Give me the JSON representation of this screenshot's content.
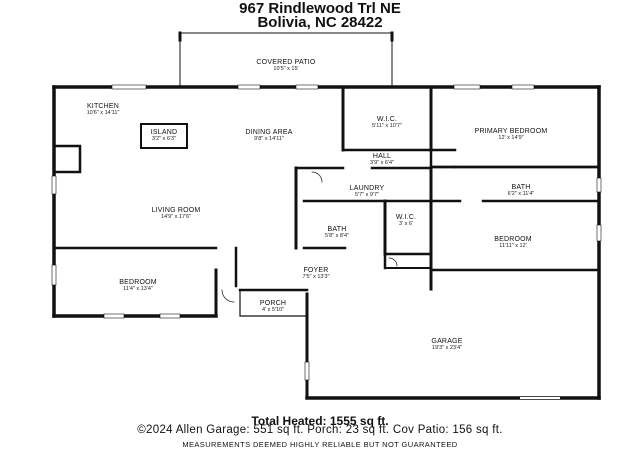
{
  "header": {
    "address_line1": "967 Rindlewood Trl NE",
    "address_line2": "Bolivia, NC 28422"
  },
  "rooms": {
    "covered_patio": {
      "name": "COVERED PATIO",
      "dims": "10'5\" x 15'"
    },
    "kitchen": {
      "name": "KITCHEN",
      "dims": "10'6\" x 14'11\""
    },
    "island": {
      "name": "ISLAND",
      "dims": "3'2\" x 6'3\""
    },
    "dining_area": {
      "name": "DINING AREA",
      "dims": "9'8\" x 14'11\""
    },
    "wic_primary": {
      "name": "W.I.C.",
      "dims": "5'11\" x 10'7\""
    },
    "primary_bedroom": {
      "name": "PRIMARY BEDROOM",
      "dims": "12' x 14'9\""
    },
    "hall": {
      "name": "HALL",
      "dims": "3'9\" x 6'4\""
    },
    "laundry": {
      "name": "LAUNDRY",
      "dims": "5'7\" x 9'7\""
    },
    "bath_primary": {
      "name": "BATH",
      "dims": "6'2\" x 11'4\""
    },
    "living_room": {
      "name": "LIVING ROOM",
      "dims": "14'9\" x 17'6\""
    },
    "bath_2": {
      "name": "BATH",
      "dims": "5'8\" x 8'4\""
    },
    "wic_2": {
      "name": "W.I.C.",
      "dims": "3' x 6'"
    },
    "bedroom_2": {
      "name": "BEDROOM",
      "dims": "11'11\" x 12'"
    },
    "foyer": {
      "name": "FOYER",
      "dims": "7'5\" x 13'3\""
    },
    "bedroom_3": {
      "name": "BEDROOM",
      "dims": "11'4\" x 13'4\""
    },
    "porch": {
      "name": "PORCH",
      "dims": "4' x 5'10\""
    },
    "garage": {
      "name": "GARAGE",
      "dims": "19'3\" x 23'4\""
    }
  },
  "footer": {
    "total_heated": "Total Heated: 1555 sq ft.",
    "other_areas": "©2024 Allen Garage: 551 sq ft. Porch: 23 sq ft. Cov Patio: 156 sq ft.",
    "disclaimer": "MEASUREMENTS DEEMED HIGHLY RELIABLE BUT NOT GUARANTEED"
  },
  "colors": {
    "wall": "#111111",
    "window": "#ffffff",
    "text": "#111111"
  }
}
